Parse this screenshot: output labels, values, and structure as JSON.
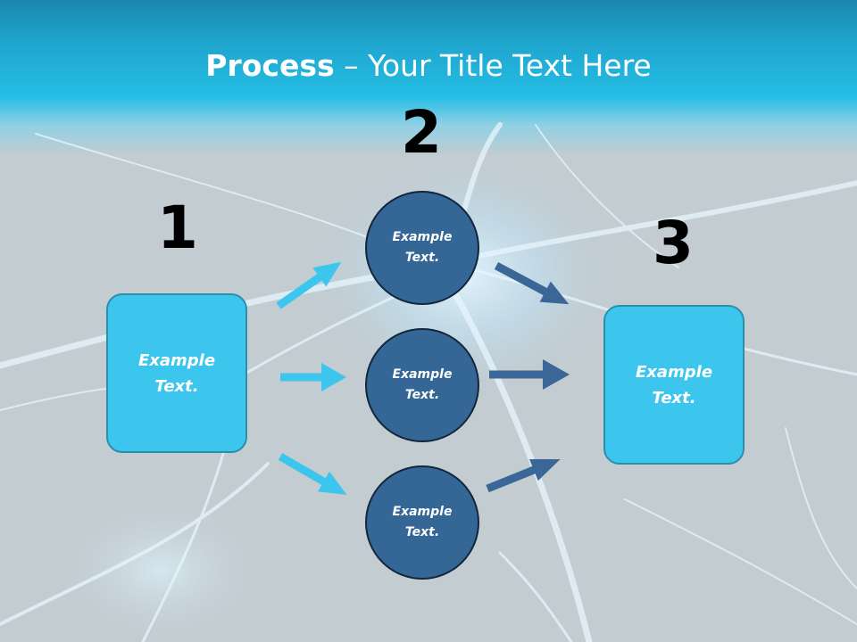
{
  "title": {
    "bold": "Process",
    "rest": " – Your Title Text Here"
  },
  "steps": {
    "one": "1",
    "two": "2",
    "three": "3"
  },
  "left_box": {
    "text": "Example Text."
  },
  "circles": [
    {
      "text": "Example Text."
    },
    {
      "text": "Example Text."
    },
    {
      "text": "Example Text."
    }
  ],
  "right_box": {
    "text": "Example Text."
  },
  "colors": {
    "header": "#25bde4",
    "background": "#c2ccd1",
    "box_fill": "#3dc6ed",
    "circle_fill": "#346696",
    "arrow_light": "#3dc6ed",
    "arrow_dark": "#3a6797"
  }
}
